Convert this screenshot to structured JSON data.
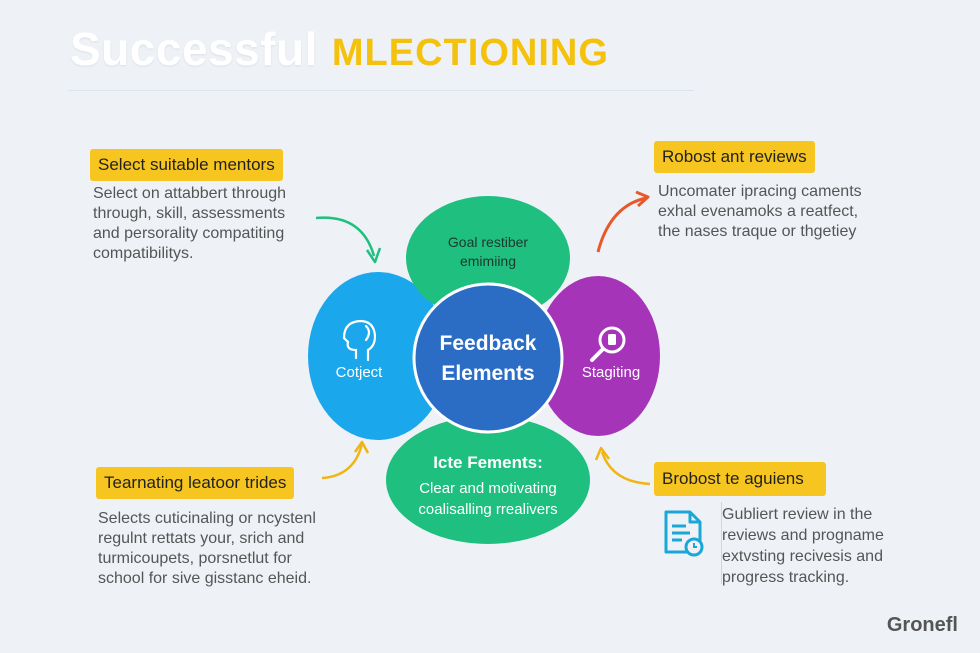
{
  "header": {
    "title_part1": "Successful",
    "title_part2": "MLECTIONING"
  },
  "center": {
    "line1": "Feedback",
    "line2": "Elements"
  },
  "petals": {
    "top": {
      "line1": "Goal restiber",
      "line2": "emimiing"
    },
    "left": {
      "label": "Cotject",
      "icon": "head-profile-icon"
    },
    "right": {
      "label": "Stagiting",
      "icon": "magnifier-icon"
    },
    "bottom": {
      "heading": "Icte Fements:",
      "line1": "Clear and motivating",
      "line2": "coalisalling rrealivers"
    }
  },
  "callouts": {
    "top_left": {
      "label": "Select suitable mentors",
      "lines": [
        "Select on attabbert through",
        "through, skill, assessments",
        "and persorality compatiting",
        "compatibilitys."
      ]
    },
    "bottom_left": {
      "label": "Tearnating leatoor trides",
      "lines": [
        "Selects cuticinaling or ncystenl",
        "regulnt rettats your, srich and",
        "turmicoupets, porsnetlut for",
        "school for sive gisstanc eheid."
      ]
    },
    "top_right": {
      "label": "Robost ant reviews",
      "lines": [
        "Uncomater ipracing caments",
        "exhal evenamoks a reatfect,",
        "the nases traque or thgetiey"
      ]
    },
    "bottom_right": {
      "label": "Brobost te aguiens",
      "icon": "document-clock-icon",
      "lines": [
        "Gubliert review in the",
        "reviews and progname",
        "extvsting recivesis and",
        "progress tracking."
      ]
    }
  },
  "brand": "Gronefl",
  "colors": {
    "title_accent": "#f4c20d",
    "label_bg": "#f7c51f",
    "petal_blue": "#1aa7ec",
    "petal_green": "#1fbf7f",
    "petal_purple": "#a534b8",
    "center_blue": "#2b6cc4",
    "arrow_green": "#1fbf7f",
    "arrow_orange": "#e8592a",
    "arrow_yellow": "#f0b414"
  }
}
